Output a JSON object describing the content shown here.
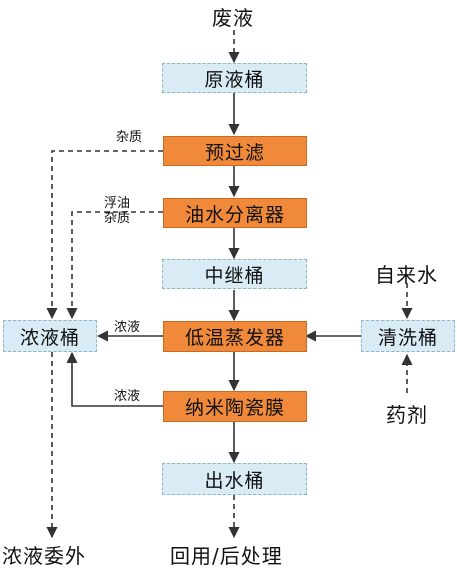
{
  "labels": {
    "waste": "废液",
    "tap_water": "自来水",
    "chemical": "药剂",
    "outsource": "浓液委外",
    "reuse": "回用/后处理",
    "impurity": "杂质",
    "float_oil": "浮油",
    "impurity2": "杂质",
    "conc_a": "浓液",
    "conc_b": "浓液"
  },
  "nodes": {
    "raw_tank": "原液桶",
    "prefilter": "预过滤",
    "oil_sep": "油水分离器",
    "relay_tank": "中继桶",
    "evaporator": "低温蒸发器",
    "ceramic": "纳米陶瓷膜",
    "out_tank": "出水桶",
    "conc_tank": "浓液桶",
    "clean_tank": "清洗桶"
  },
  "colors": {
    "process": "#f08a3a",
    "tank": "#d9ecf5",
    "tank_border": "#8fb2c8",
    "line": "#333333"
  }
}
